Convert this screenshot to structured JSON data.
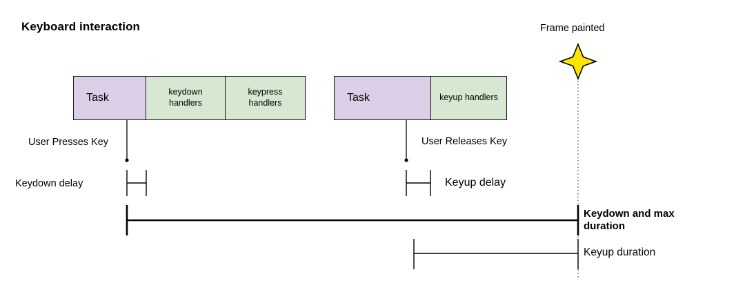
{
  "title": "Keyboard interaction",
  "colors": {
    "task_fill": "#dbcfe8",
    "handler_fill": "#d7e8d2",
    "stroke": "#16121c",
    "star_fill": "#ffe500",
    "star_stroke": "#000000",
    "line": "#000000",
    "background": "#ffffff"
  },
  "boxes": [
    {
      "label": "Task",
      "kind": "task"
    },
    {
      "label": "keydown\nhandlers",
      "line1": "keydown",
      "line2": "handlers",
      "kind": "handler"
    },
    {
      "label": "keypress\nhandlers",
      "line1": "keypress",
      "line2": "handlers",
      "kind": "handler"
    },
    {
      "label": "Task",
      "kind": "task"
    },
    {
      "label": "keyup handlers",
      "kind": "handler"
    }
  ],
  "annotations": {
    "frame_painted": "Frame painted",
    "user_presses_key": "User Presses Key",
    "user_releases_key": "User Releases Key",
    "keydown_delay": "Keydown delay",
    "keyup_delay": "Keyup delay",
    "keydown_and_max_duration_line1": "Keydown and max",
    "keydown_and_max_duration_line2": "duration",
    "keyup_duration": "Keyup duration"
  },
  "icons": {
    "frame_painted_marker": "four-point-star-icon"
  }
}
